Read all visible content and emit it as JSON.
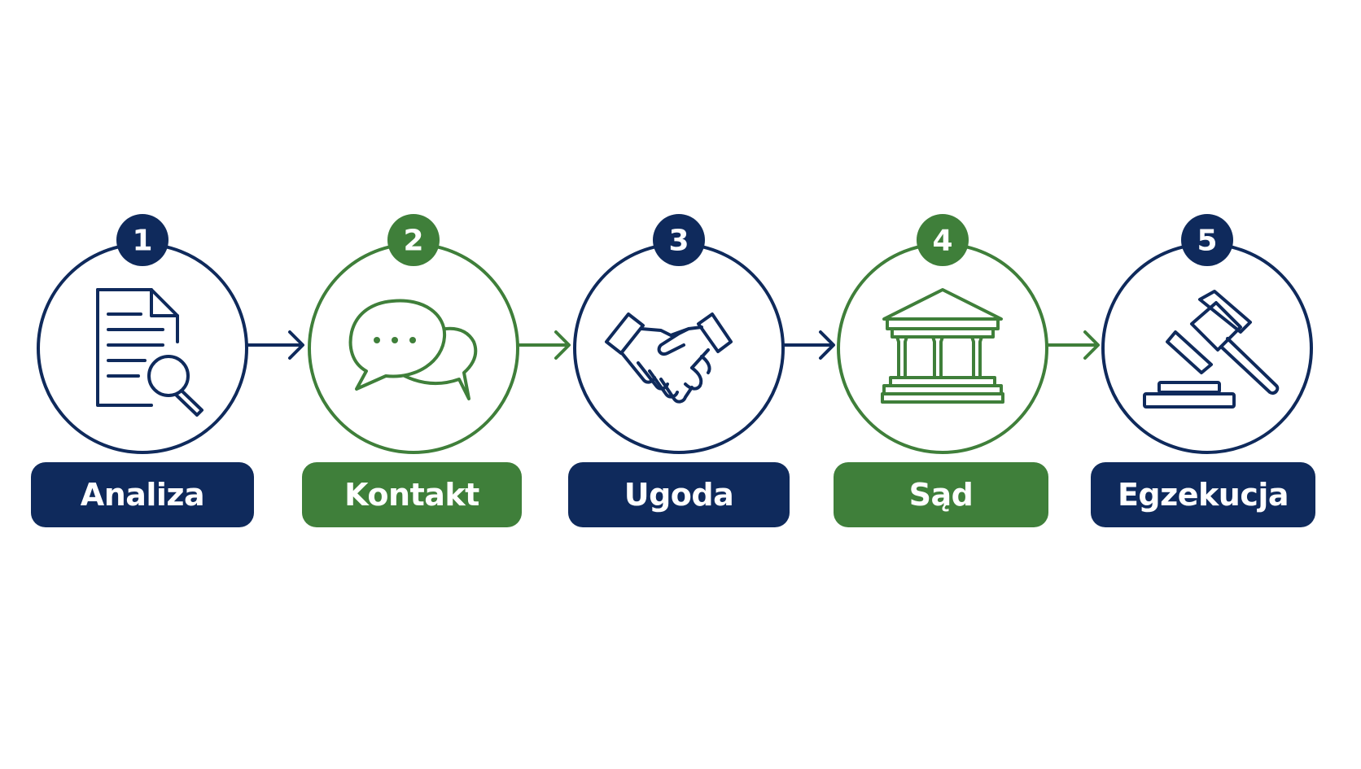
{
  "colors": {
    "navy": "#0f2a5c",
    "green": "#3f7f3a",
    "background": "#ffffff"
  },
  "steps": [
    {
      "number": "1",
      "label": "Analiza",
      "icon": "document-search-icon",
      "color": "navy"
    },
    {
      "number": "2",
      "label": "Kontakt",
      "icon": "chat-bubbles-icon",
      "color": "green"
    },
    {
      "number": "3",
      "label": "Ugoda",
      "icon": "handshake-icon",
      "color": "navy"
    },
    {
      "number": "4",
      "label": "Sąd",
      "icon": "courthouse-icon",
      "color": "green"
    },
    {
      "number": "5",
      "label": "Egzekucja",
      "icon": "gavel-icon",
      "color": "navy"
    }
  ],
  "arrows": [
    {
      "from": "1",
      "to": "2",
      "color": "navy"
    },
    {
      "from": "2",
      "to": "3",
      "color": "green"
    },
    {
      "from": "3",
      "to": "4",
      "color": "navy"
    },
    {
      "from": "4",
      "to": "5",
      "color": "green"
    }
  ]
}
